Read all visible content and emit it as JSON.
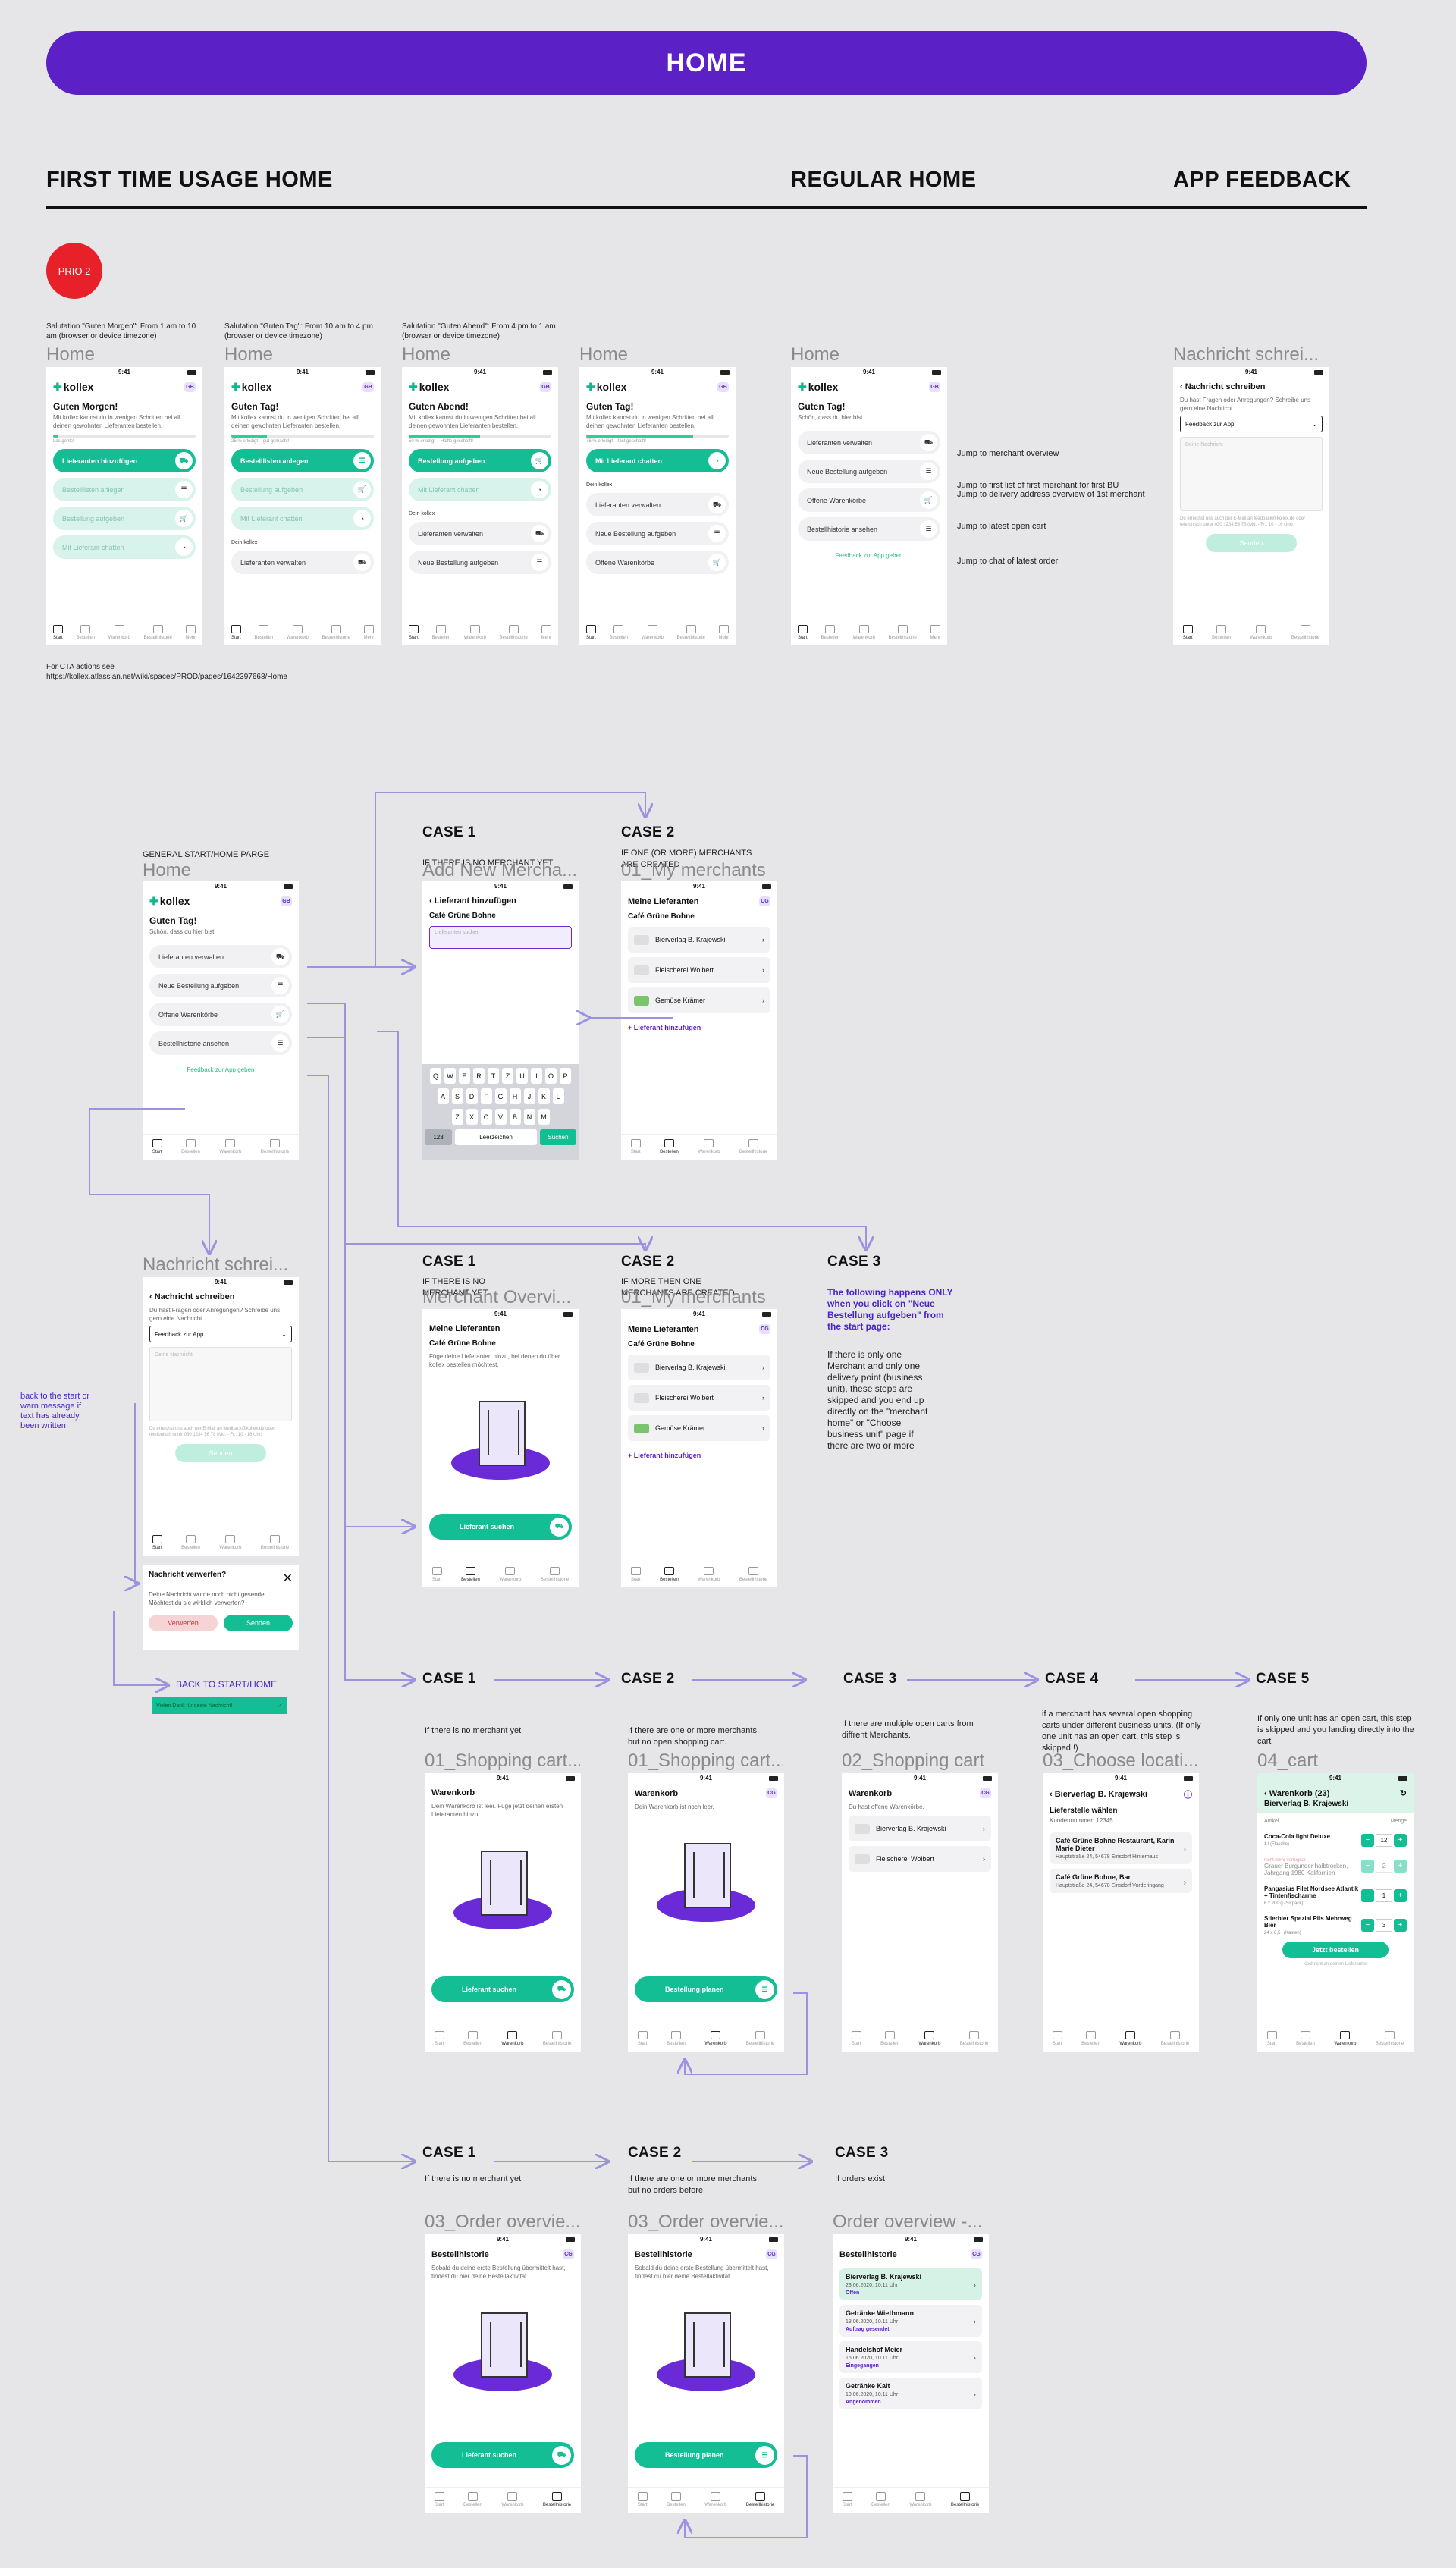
{
  "title": "HOME",
  "sections": {
    "first": "FIRST TIME USAGE HOME",
    "regular": "REGULAR HOME",
    "feedback": "APP FEEDBACK"
  },
  "prio": "PRIO 2",
  "notes": {
    "n1": "Salutation \"Guten Morgen\": From 1 am to 10 am (browser or device timezone)",
    "n2": "Salutation \"Guten Tag\": From 10 am to 4 pm (browser or device timezone)",
    "n3": "Salutation \"Guten Abend\": From 4 pm to 1 am (browser or device timezone)",
    "cta": "For CTA actions see https://kollex.atlassian.net/wiki/spaces/PROD/pages/1642397668/Home"
  },
  "frames": {
    "home": "Home",
    "nachricht": "Nachricht schrei...",
    "addMerchant": "Add New Mercha...",
    "myMerchants": "01_My merchants",
    "merchantOverview": "Merchant Overvi...",
    "shoppingCart": "01_Shopping cart...",
    "shoppingCart2": "02_Shopping cart",
    "chooseLocation": "03_Choose locati...",
    "cart": "04_cart",
    "orderOverview": "03_Order overvie...",
    "orderOverview2": "Order overview -..."
  },
  "status_time": "9:41",
  "app": {
    "logo": "kollex",
    "avatar": "GB",
    "avatar2": "CG",
    "greetings": {
      "morning": "Guten Morgen!",
      "day": "Guten Tag!",
      "evening": "Guten Abend!",
      "regular": "Guten Tag!",
      "regularSub": "Schön, dass du hier bist."
    },
    "intro": "Mit kollex kannst du in wenigen Schritten bei all deinen gewohnten Lieferanten bestellen.",
    "progress": [
      {
        "label": "Los gehts!",
        "value": 0.03
      },
      {
        "label": "25 % erledigt – gut gemacht!",
        "value": 0.25
      },
      {
        "label": "50 % erledigt – Hälfte geschafft!",
        "value": 0.5
      },
      {
        "label": "75 % erledigt – fast geschafft!",
        "value": 0.75
      }
    ],
    "buttons": {
      "addSupplier": "Lieferanten hinzufügen",
      "createList": "Bestelllisten anlegen",
      "placeOrder": "Bestellung aufgeben",
      "chat": "Mit Lieferant chatten"
    },
    "yourActivity": "Dein kollex",
    "regularRows": [
      "Lieferanten verwalten",
      "Neue Bestellung aufgeben",
      "Offene Warenkörbe",
      "Bestellhistorie ansehen"
    ],
    "feedbackLink": "Feedback zur App geben",
    "tabs": [
      "Start",
      "Bestellen",
      "Warenkorb",
      "Bestellhistorie",
      "Mehr"
    ]
  },
  "regularAnnotations": [
    "Jump to merchant overview",
    "Jump to first list of first merchant for first BU",
    "Jump to delivery address overview of 1st merchant",
    "Jump to latest open cart",
    "Jump to chat of latest order"
  ],
  "feedbackScreen": {
    "title": "Nachricht schreiben",
    "intro": "Du hast Fragen oder Anregungen? Schreibe uns gern eine Nachricht.",
    "select": "Feedback zur App",
    "placeholder": "Deine Nachricht",
    "fine": "Du erreichst uns auch per E-Mail an feedback@kollex.de oder telefonisch unter 030 1234 56 78 (Mo. - Fr., 10 - 16 Uhr)",
    "send": "Senden"
  },
  "generalLabel": "GENERAL START/HOME PARGE",
  "cases": {
    "c1": "CASE 1",
    "c2": "CASE 2",
    "c3": "CASE 3",
    "c4": "CASE 4",
    "c5": "CASE 5",
    "r1d": "IF THERE IS NO MERCHANT YET",
    "r1e": "IF ONE (OR MORE) MERCHANTS ARE CREATED",
    "r2d": "IF THERE IS NO MERCHANT YET",
    "r2e": "IF MORE THEN ONE MERCHANTS ARE CREATED",
    "r3d1": "If there is no merchant yet",
    "r3d2": "If there are one or more merchants, but no open shopping cart.",
    "r3d3": "If there are multiple open carts from diffrent Merchants.",
    "r3d4": "if a merchant has several open shopping carts under different business units. (If only one unit has an open cart, this step is skipped !)",
    "r3d5": "If only one unit has an open cart, this step is skipped and you landing directly into the cart",
    "r4d1": "If there is no merchant yet",
    "r4d2": "If there are one or more merchants, but no orders before",
    "r4d3": "If orders exist"
  },
  "case3Text": {
    "lead": "The following happens ONLY when you click on \"Neue Bestellung aufgeben\" from the start page:",
    "body": "If there is only one Merchant and only one delivery point (business unit), these steps are skipped and you end up directly on the \"merchant home\" or \"Choose business unit\" page if there are two or more"
  },
  "addSupplier": {
    "title": "Lieferant hinzufügen",
    "customer": "Café Grüne Bohne",
    "placeholder": "Lieferanten suchen"
  },
  "keyboard": {
    "r1": [
      "Q",
      "W",
      "E",
      "R",
      "T",
      "Z",
      "U",
      "I",
      "O",
      "P"
    ],
    "r2": [
      "A",
      "S",
      "D",
      "F",
      "G",
      "H",
      "J",
      "K",
      "L"
    ],
    "r3": [
      "Z",
      "X",
      "C",
      "V",
      "B",
      "N",
      "M"
    ],
    "num": "123",
    "space": "Leerzeichen",
    "go": "Suchen"
  },
  "myMerchants": {
    "title": "Meine Lieferanten",
    "customer": "Café Grüne Bohne",
    "merchants": [
      "Bierverlag B. Krajewski",
      "Fleischerei Wolbert",
      "Gemüse Krämer"
    ],
    "add": "Lieferant hinzufügen"
  },
  "emptyMerchant": {
    "text": "Füge deine Lieferanten hinzu, bei denen du über kollex bestellen möchtest.",
    "cta": "Lieferant suchen"
  },
  "cartEmpty": {
    "title": "Warenkorb",
    "t1": "Dein Warenkorb ist leer. Füge jetzt deinen ersten Lieferanten hinzu.",
    "t2": "Dein Warenkorb ist noch leer.",
    "cta1": "Lieferant suchen",
    "cta2": "Bestellung planen"
  },
  "cartMulti": {
    "title": "Warenkorb",
    "sub": "Du hast offene Warenkörbe.",
    "merchants": [
      "Bierverlag B. Krajewski",
      "Fleischerei Wolbert"
    ]
  },
  "location": {
    "merchant": "Bierverlag B. Krajewski",
    "title": "Lieferstelle wählen",
    "cust": "Kundennummer: 12345",
    "locs": [
      {
        "n": "Café Grüne Bohne Restaurant, Karin Marie Dieter",
        "a": "Hauptstraße 24, 54678 Einsdorf Hinterhaus"
      },
      {
        "n": "Café Grüne Bohne, Bar",
        "a": "Hauptstraße 24, 54678 Einsdorf Vorderingang"
      }
    ]
  },
  "cart": {
    "title": "Warenkorb (23)",
    "merchant": "Bierverlag B. Krajewski",
    "colA": "Artikel",
    "colB": "Menge",
    "items": [
      {
        "n": "Coca-Cola light Deluxe",
        "s": "1 l (Flasche)",
        "q": "12"
      },
      {
        "n": "Grauer Burgunder halbtrocken, Jahrgang 1980 Kalifornien",
        "s": "nicht mehr verfügbar",
        "q": "2"
      },
      {
        "n": "Pangasius Filet Nordsee Atlantik + Tintenfischarme",
        "s": "6 x 200 g (Sixpack)",
        "q": "1"
      },
      {
        "n": "Stierbier Spezial Pils Mehrweg Bier",
        "s": "24 x 0,5 l (Kasten)",
        "q": "3"
      }
    ],
    "cta": "Jetzt bestellen",
    "foot": "Nachricht an deinen Lieferanten"
  },
  "orders": {
    "title": "Bestellhistorie",
    "empty": "Sobald du deine erste Bestellung übermittelt hast, findest du hier deine Bestellaktivität.",
    "list": [
      {
        "n": "Bierverlag B. Krajewski",
        "d": "23.06.2020, 10.11 Uhr",
        "s": "Offen"
      },
      {
        "n": "Getränke Wiethmann",
        "d": "18.06.2020, 10.11 Uhr",
        "s": "Auftrag gesendet"
      },
      {
        "n": "Handelshof Meier",
        "d": "16.06.2020, 10.11 Uhr",
        "s": "Eingegangen"
      },
      {
        "n": "Getränke Kalt",
        "d": "10.06.2020, 10.11 Uhr",
        "s": "Angenommen"
      }
    ]
  },
  "discard": {
    "title": "Nachricht verwerfen?",
    "text": "Deine Nachricht wurde noch nicht gesendet. Möchtest du sie wirklich verwerfen?",
    "no": "Verwerfen",
    "yes": "Senden"
  },
  "backLabel": "back to the start or warn message if text has already been written",
  "backStart": "BACK TO START/HOME",
  "toast": "Vielen Dank für deine Nachricht!",
  "colors": {
    "brand": "#5b21c7",
    "accent": "#14be94",
    "prio": "#e8202a",
    "arrow": "#9b93e0"
  }
}
